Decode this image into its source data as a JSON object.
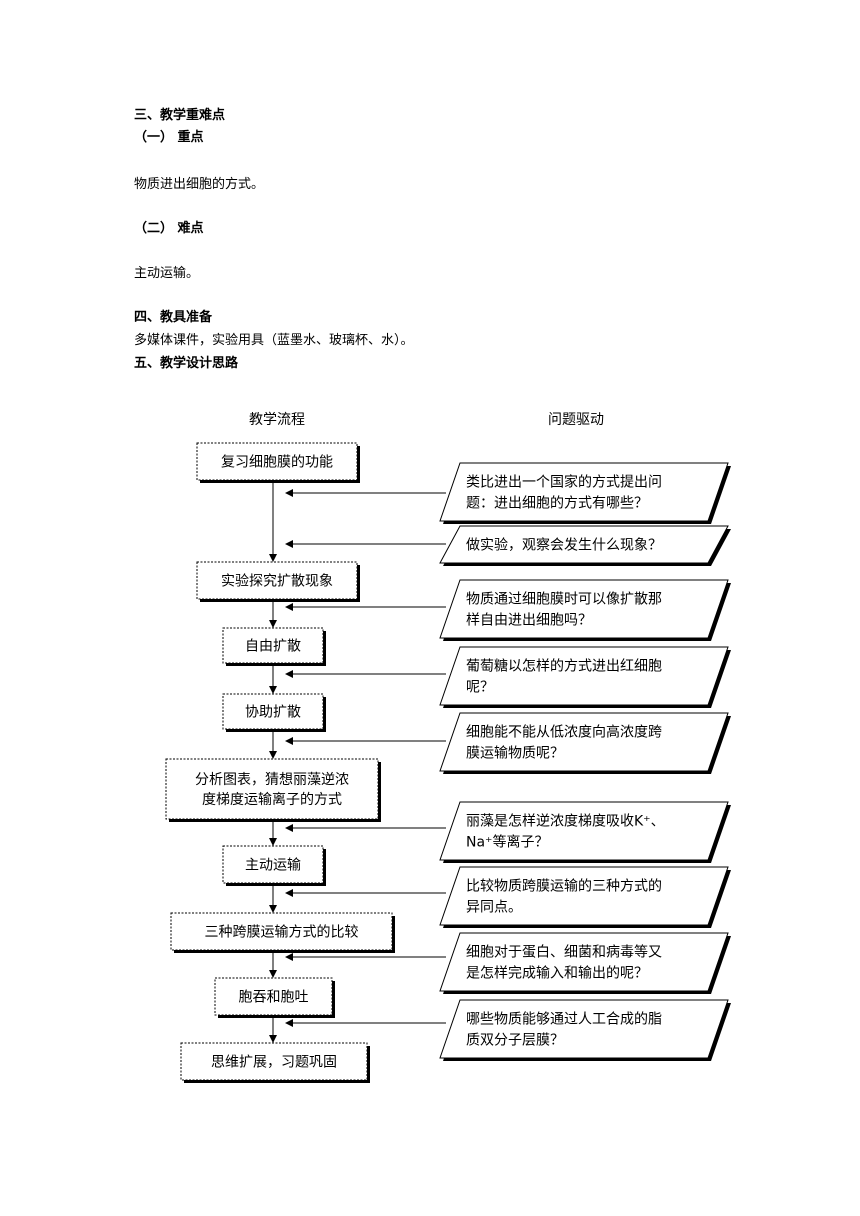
{
  "section3": {
    "heading": "三、教学重难点",
    "sub1": "（一）  重点",
    "text1": "物质进出细胞的方式。",
    "sub2": "（二）  难点",
    "text2": "主动运输。"
  },
  "section4": {
    "heading": "四、教具准备",
    "text": "多媒体课件，实验用具（蓝墨水、玻璃杯、水）。"
  },
  "section5": {
    "heading": "五、教学设计思路"
  },
  "flow": {
    "left_header": "教学流程",
    "right_header": "问题驱动",
    "steps": [
      [
        "复习细胞膜的功能"
      ],
      [
        "实验探究扩散现象"
      ],
      [
        "自由扩散"
      ],
      [
        "协助扩散"
      ],
      [
        "分析图表，猜想丽藻逆浓",
        "度梯度运输离子的方式"
      ],
      [
        "主动运输"
      ],
      [
        "三种跨膜运输方式的比较"
      ],
      [
        "胞吞和胞吐"
      ],
      [
        "思维扩展，习题巩固"
      ]
    ],
    "questions": [
      [
        "类比进出一个国家的方式提出问",
        "题：进出细胞的方式有哪些？"
      ],
      [
        "做实验，观察会发生什么现象？"
      ],
      [
        "物质通过细胞膜时可以像扩散那",
        "样自由进出细胞吗？"
      ],
      [
        "葡萄糖以怎样的方式进出红细胞",
        "呢？"
      ],
      [
        "细胞能不能从低浓度向高浓度跨",
        "膜运输物质呢？"
      ],
      [
        "丽藻是怎样逆浓度梯度吸收K⁺、",
        "Na⁺等离子？"
      ],
      [
        "比较物质跨膜运输的三种方式的",
        "异同点。"
      ],
      [
        "细胞对于蛋白、细菌和病毒等又",
        "是怎样完成输入和输出的呢？"
      ],
      [
        "哪些物质能够通过人工合成的脂",
        "质双分子层膜？"
      ]
    ]
  }
}
